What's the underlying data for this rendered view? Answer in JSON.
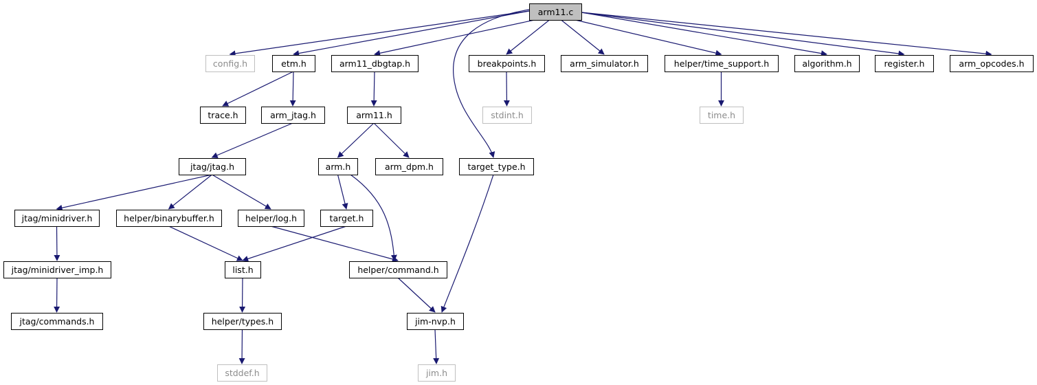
{
  "colors": {
    "edge": "#191970",
    "root_fill": "#bfbfbf",
    "node_border": "#000000",
    "external_border": "#bfbfbf",
    "external_text": "#8c8c8c"
  },
  "nodes": [
    {
      "id": "arm11_c",
      "label": "arm11.c",
      "kind": "root"
    },
    {
      "id": "config_h",
      "label": "config.h",
      "kind": "external"
    },
    {
      "id": "etm_h",
      "label": "etm.h",
      "kind": "normal"
    },
    {
      "id": "arm11_dbgtap_h",
      "label": "arm11_dbgtap.h",
      "kind": "normal"
    },
    {
      "id": "breakpoints_h",
      "label": "breakpoints.h",
      "kind": "normal"
    },
    {
      "id": "arm_simulator_h",
      "label": "arm_simulator.h",
      "kind": "normal"
    },
    {
      "id": "time_support_h",
      "label": "helper/time_support.h",
      "kind": "normal"
    },
    {
      "id": "algorithm_h",
      "label": "algorithm.h",
      "kind": "normal"
    },
    {
      "id": "register_h",
      "label": "register.h",
      "kind": "normal"
    },
    {
      "id": "arm_opcodes_h",
      "label": "arm_opcodes.h",
      "kind": "normal"
    },
    {
      "id": "trace_h",
      "label": "trace.h",
      "kind": "normal"
    },
    {
      "id": "arm_jtag_h",
      "label": "arm_jtag.h",
      "kind": "normal"
    },
    {
      "id": "arm11_h",
      "label": "arm11.h",
      "kind": "normal"
    },
    {
      "id": "stdint_h",
      "label": "stdint.h",
      "kind": "external"
    },
    {
      "id": "time_h",
      "label": "time.h",
      "kind": "external"
    },
    {
      "id": "jtag_h",
      "label": "jtag/jtag.h",
      "kind": "normal"
    },
    {
      "id": "arm_h",
      "label": "arm.h",
      "kind": "normal"
    },
    {
      "id": "arm_dpm_h",
      "label": "arm_dpm.h",
      "kind": "normal"
    },
    {
      "id": "target_type_h",
      "label": "target_type.h",
      "kind": "normal"
    },
    {
      "id": "minidriver_h",
      "label": "jtag/minidriver.h",
      "kind": "normal"
    },
    {
      "id": "binarybuffer_h",
      "label": "helper/binarybuffer.h",
      "kind": "normal"
    },
    {
      "id": "log_h",
      "label": "helper/log.h",
      "kind": "normal"
    },
    {
      "id": "target_h",
      "label": "target.h",
      "kind": "normal"
    },
    {
      "id": "minidriver_imp_h",
      "label": "jtag/minidriver_imp.h",
      "kind": "normal"
    },
    {
      "id": "list_h",
      "label": "list.h",
      "kind": "normal"
    },
    {
      "id": "command_h",
      "label": "helper/command.h",
      "kind": "normal"
    },
    {
      "id": "commands_h",
      "label": "jtag/commands.h",
      "kind": "normal"
    },
    {
      "id": "types_h",
      "label": "helper/types.h",
      "kind": "normal"
    },
    {
      "id": "jim_nvp_h",
      "label": "jim-nvp.h",
      "kind": "normal"
    },
    {
      "id": "stddef_h",
      "label": "stddef.h",
      "kind": "external"
    },
    {
      "id": "jim_h",
      "label": "jim.h",
      "kind": "external"
    }
  ],
  "edges": [
    [
      "arm11_c",
      "config_h"
    ],
    [
      "arm11_c",
      "etm_h"
    ],
    [
      "arm11_c",
      "arm11_dbgtap_h"
    ],
    [
      "arm11_c",
      "target_type_h"
    ],
    [
      "arm11_c",
      "breakpoints_h"
    ],
    [
      "arm11_c",
      "arm_simulator_h"
    ],
    [
      "arm11_c",
      "time_support_h"
    ],
    [
      "arm11_c",
      "algorithm_h"
    ],
    [
      "arm11_c",
      "register_h"
    ],
    [
      "arm11_c",
      "arm_opcodes_h"
    ],
    [
      "etm_h",
      "trace_h"
    ],
    [
      "etm_h",
      "arm_jtag_h"
    ],
    [
      "arm11_dbgtap_h",
      "arm11_h"
    ],
    [
      "breakpoints_h",
      "stdint_h"
    ],
    [
      "time_support_h",
      "time_h"
    ],
    [
      "arm_jtag_h",
      "jtag_h"
    ],
    [
      "arm11_h",
      "arm_h"
    ],
    [
      "arm11_h",
      "arm_dpm_h"
    ],
    [
      "jtag_h",
      "minidriver_h"
    ],
    [
      "jtag_h",
      "binarybuffer_h"
    ],
    [
      "jtag_h",
      "log_h"
    ],
    [
      "arm_h",
      "target_h"
    ],
    [
      "arm_h",
      "command_h"
    ],
    [
      "target_type_h",
      "jim_nvp_h"
    ],
    [
      "minidriver_h",
      "minidriver_imp_h"
    ],
    [
      "binarybuffer_h",
      "list_h"
    ],
    [
      "target_h",
      "list_h"
    ],
    [
      "log_h",
      "command_h"
    ],
    [
      "minidriver_imp_h",
      "commands_h"
    ],
    [
      "list_h",
      "types_h"
    ],
    [
      "command_h",
      "jim_nvp_h"
    ],
    [
      "types_h",
      "stddef_h"
    ],
    [
      "jim_nvp_h",
      "jim_h"
    ]
  ]
}
